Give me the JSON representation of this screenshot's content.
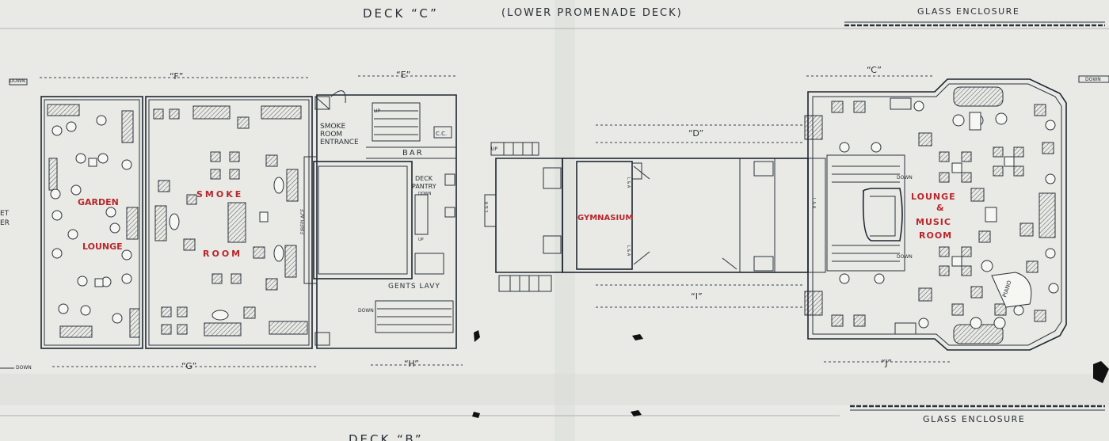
{
  "header": {
    "deck_title": "DECK “C”",
    "deck_subtitle": "(LOWER PROMENADE DECK)",
    "glass_top": "GLASS ENCLOSURE",
    "glass_bottom": "GLASS ENCLOSURE",
    "next_deck": "DECK “B”"
  },
  "rooms": {
    "garden": "GARDEN",
    "garden_lounge": "LOUNGE",
    "smoke": "SMOKE",
    "smoke_room": "ROOM",
    "smoke_room_entrance_1": "SMOKE",
    "smoke_room_entrance_2": "ROOM",
    "smoke_room_entrance_3": "ENTRANCE",
    "bar": "BAR",
    "deck_pantry_1": "DECK",
    "deck_pantry_2": "PANTRY",
    "gents_lavy": "GENTS LAVY",
    "gymnasium": "GYMNASIUM",
    "lounge": "LOUNGE",
    "amp": "&",
    "music": "MUSIC",
    "music_room": "ROOM",
    "fireplace": "FIREPLACE",
    "piano": "PIANO",
    "cc": "C.C.",
    "la": "L & A"
  },
  "dimensions": {
    "c": "“C”",
    "d": "“D”",
    "e": "“E”",
    "f": "“F”",
    "g": "“G”",
    "h": "“H”",
    "i": "“I”",
    "j": "“J”"
  },
  "stairs": {
    "up": "UP",
    "down": "DOWN"
  },
  "margin_left": {
    "et": "ET",
    "er": "ER"
  },
  "colors": {
    "paper": "#e8e9e4",
    "ink": "#1f2630",
    "room_label": "#b8262c"
  }
}
